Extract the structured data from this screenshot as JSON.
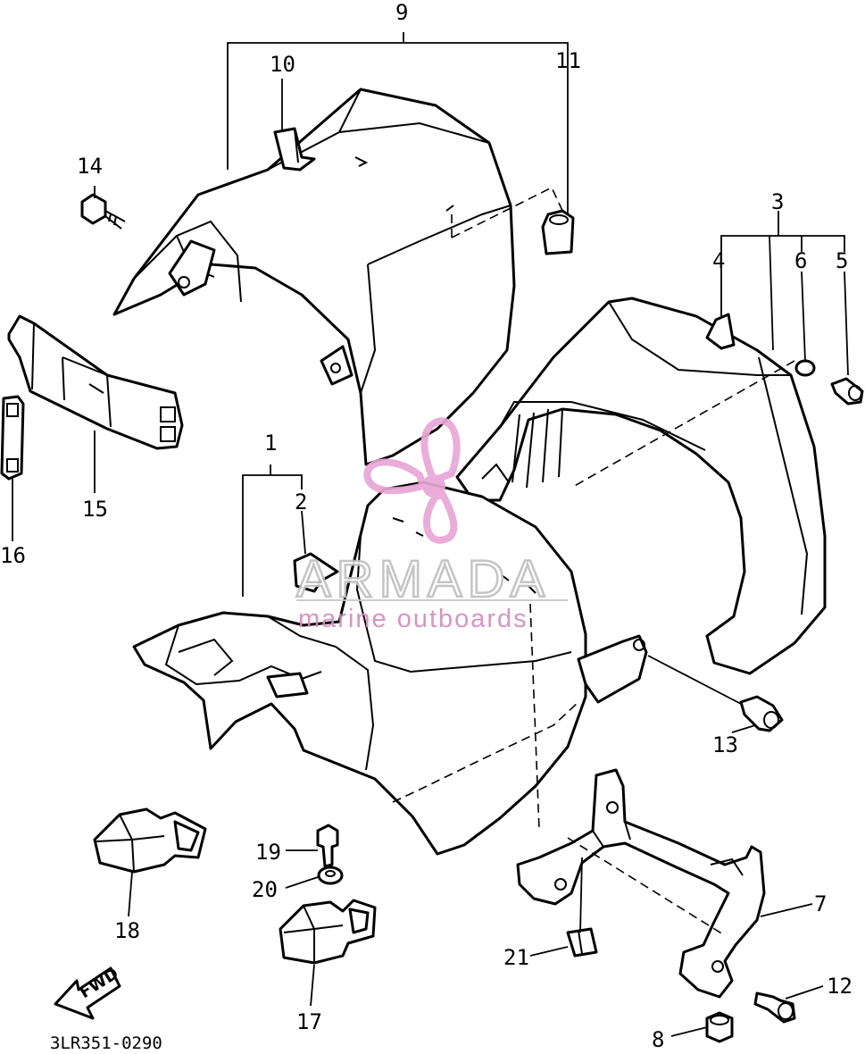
{
  "callouts": {
    "c1": "1",
    "c2": "2",
    "c3": "3",
    "c4": "4",
    "c5": "5",
    "c6": "6",
    "c7": "7",
    "c8": "8",
    "c9": "9",
    "c10": "10",
    "c11": "11",
    "c12": "12",
    "c13": "13",
    "c14": "14",
    "c15": "15",
    "c16": "16",
    "c17": "17",
    "c18": "18",
    "c19": "19",
    "c20": "20",
    "c21": "21"
  },
  "diagram_code": "3LR351-0290",
  "fwd_label": "FWD",
  "watermark": {
    "brand": "ARMADA",
    "tagline": "marine outboards",
    "accent_color": "#e9a6d6"
  }
}
